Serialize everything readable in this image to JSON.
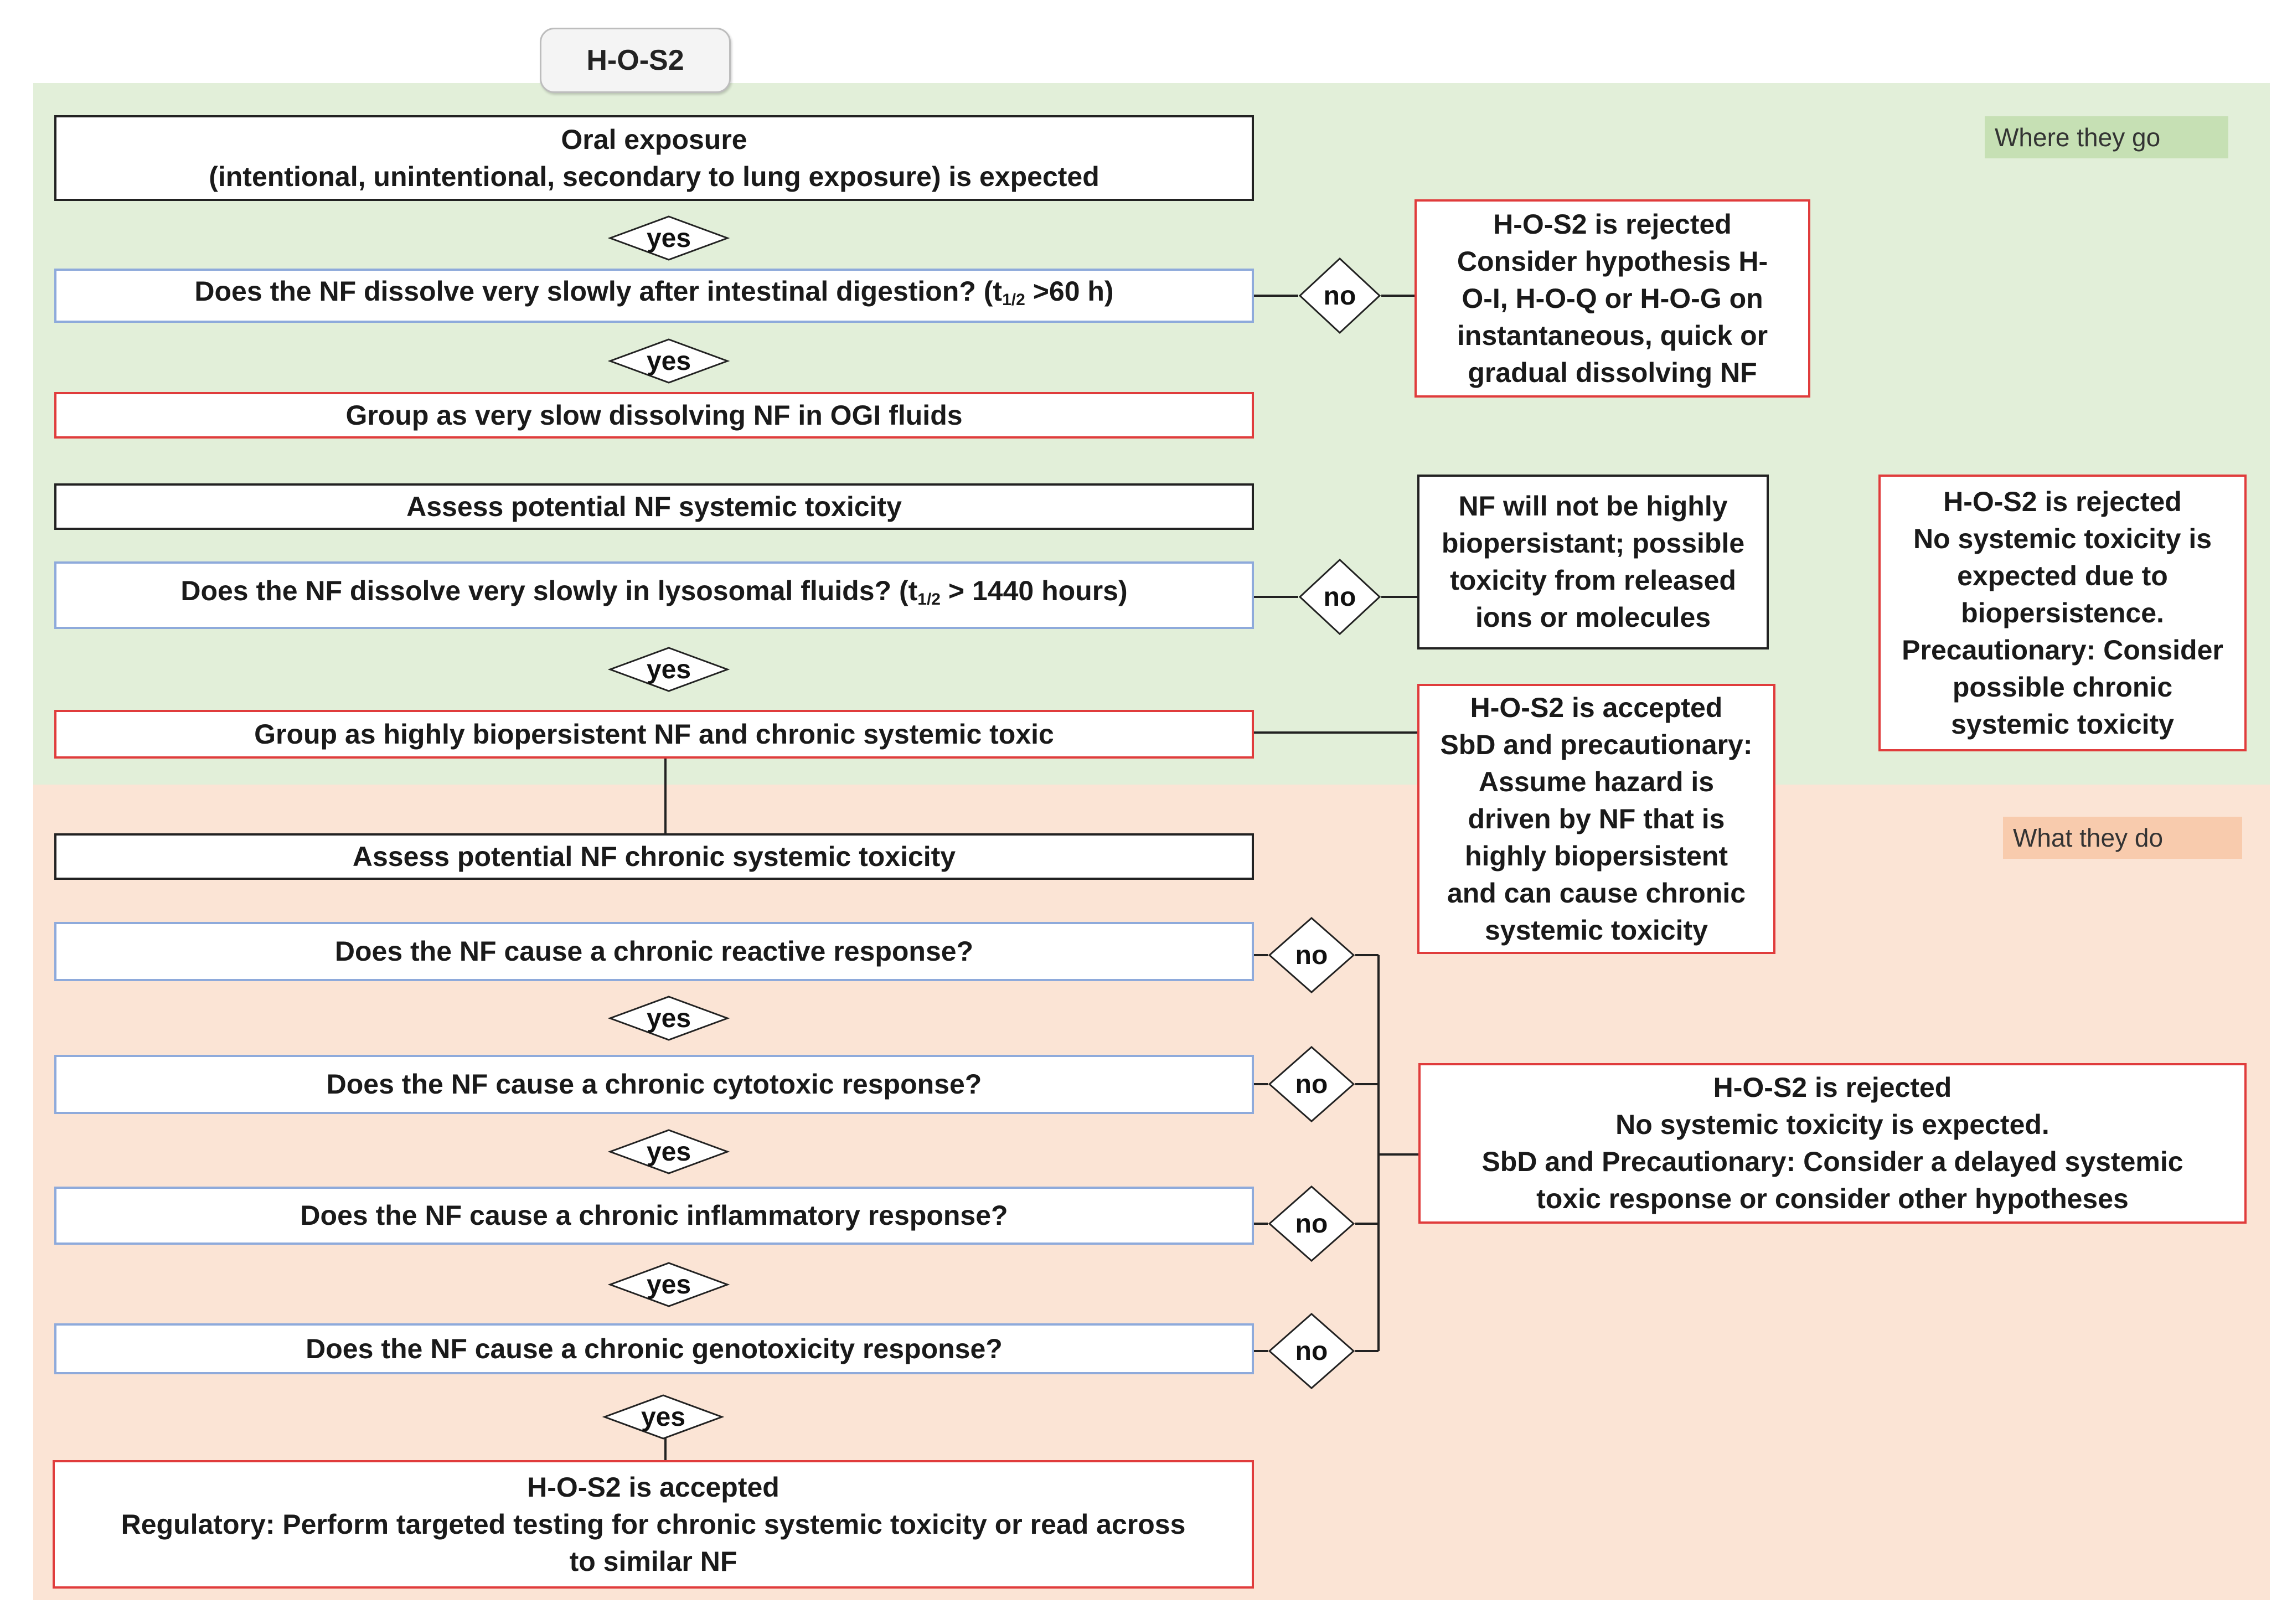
{
  "start_label": "H-O-S2",
  "section_tags": {
    "green": "Where they go",
    "orange": "What they do"
  },
  "boxes": {
    "oral_exposure": {
      "line1": "Oral exposure",
      "line2": "(intentional, unintentional, secondary to lung exposure) is expected"
    },
    "q_intestinal": {
      "text": "Does the NF dissolve very slowly after intestinal digestion? (t",
      "sub": "1/2",
      "tail": " >60 h)"
    },
    "group_ogi": "Group as very slow dissolving NF in OGI fluids",
    "reject_1": [
      "H-O-S2 is rejected",
      "Consider hypothesis  H-",
      "O-I, H-O-Q or H-O-G on",
      "instantaneous, quick or",
      "gradual dissolving NF"
    ],
    "assess_systemic": "Assess potential NF systemic toxicity",
    "q_lysosomal": {
      "text": "Does the NF dissolve very slowly in  lysosomal fluids? (t",
      "sub": "1/2",
      "tail": " > 1440 hours)"
    },
    "not_biopersistant": [
      "NF will not be highly",
      "biopersistant; possible",
      "toxicity from released",
      "ions or molecules"
    ],
    "reject_2": [
      "H-O-S2 is rejected",
      "No systemic toxicity is",
      "expected due to",
      "biopersistence.",
      "Precautionary: Consider",
      "possible chronic",
      "systemic toxicity"
    ],
    "group_biopersistent": "Group as  highly biopersistent NF and chronic systemic toxic",
    "accept_sbd": [
      "H-O-S2  is accepted",
      "SbD and precautionary:",
      "Assume hazard is",
      "driven by NF  that is",
      "highly biopersistent",
      "and can cause chronic",
      "systemic toxicity"
    ],
    "assess_chronic": "Assess potential NF chronic systemic toxicity",
    "q_reactive": "Does the NF cause a chronic reactive response?",
    "q_cytotoxic": "Does the NF cause a chronic cytotoxic response?",
    "q_inflammatory": "Does the NF cause a chronic inflammatory response?",
    "q_genotoxicity": "Does the NF cause a chronic genotoxicity response?",
    "reject_3": [
      "H-O-S2 is rejected",
      "No systemic toxicity is expected.",
      "SbD and Precautionary: Consider a delayed systemic",
      "toxic response or consider other hypotheses"
    ],
    "accept_final": [
      "H-O-S2 is accepted",
      "Regulatory: Perform targeted testing for chronic systemic toxicity or read across",
      "to similar NF"
    ]
  },
  "decisions": {
    "yes": [
      "yes",
      "yes",
      "yes",
      "yes",
      "yes",
      "yes",
      "yes"
    ],
    "no": [
      "no",
      "no",
      "no",
      "no",
      "no",
      "no"
    ]
  }
}
